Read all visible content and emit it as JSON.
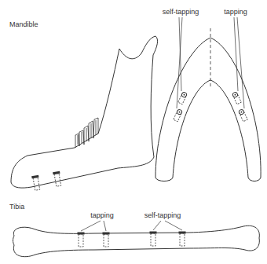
{
  "diagram": {
    "labels": [
      "Mandible",
      "self-tapping",
      "tapping",
      "Tibia",
      "tapping",
      "self-tapping"
    ]
  }
}
